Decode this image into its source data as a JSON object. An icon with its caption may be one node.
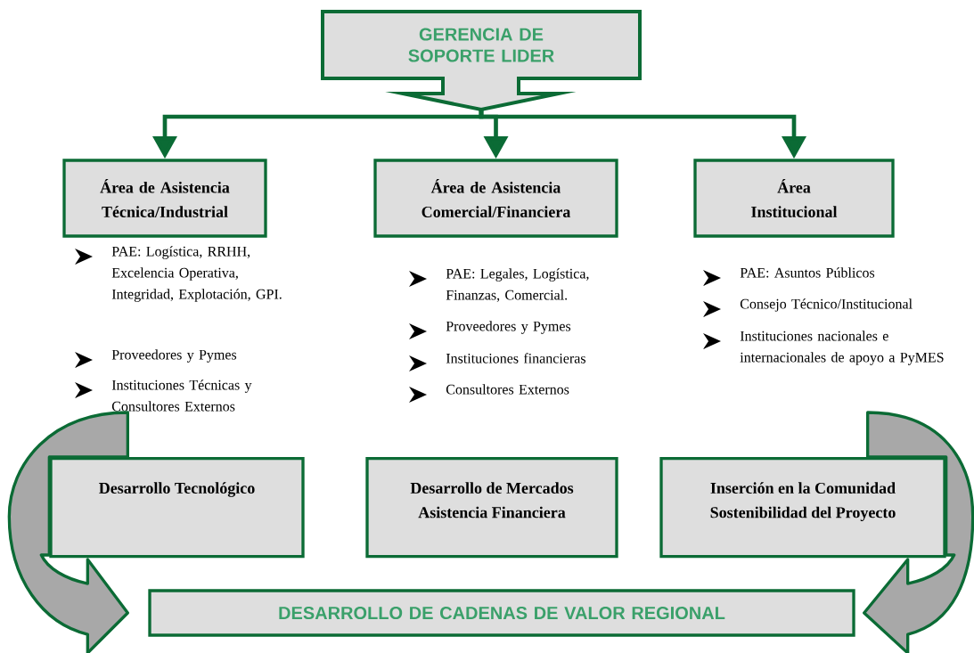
{
  "diagram": {
    "nodes": [
      {
        "text": [
          "GERENCIA DE SOPORTE LIDER"
        ]
      },
      {
        "text": [
          "Área de Asistencia Técnica/Industrial"
        ],
        "beside": [
          "PAE: Logística, RRHH, Excelencia Operativa, Integridad, Explotación, GPI.",
          "Proveedores y Pymes",
          "Instituciones Técnicas y Consultores Externos"
        ]
      },
      {
        "text": [
          "Área de Asistencia Comercial/Financiera"
        ],
        "beside": [
          "PAE: Legales, Logística, Finanzas, Comercial.",
          "Proveedores y Pymes",
          "Instituciones financieras",
          "Consultores Externos"
        ]
      },
      {
        "text": [
          "Área Institucional"
        ],
        "beside": [
          "PAE: Asuntos Públicos",
          "Consejo Técnico/Institucional",
          "Instituciones  nacionales e internacionales de apoyo a PyMES"
        ]
      },
      {
        "text": [
          "Desarrollo Tecnológico"
        ]
      },
      {
        "text": [
          "Desarrollo de Mercados Asistencia Financiera"
        ]
      },
      {
        "text": [
          "Inserción en la Comunidad Sostenibilidad del Proyecto"
        ]
      },
      {
        "text": [
          "DESARROLLO DE CADENAS DE VALOR REGIONAL"
        ]
      }
    ],
    "edges": [
      {
        "from": 0,
        "to": 1,
        "arrow": "to"
      },
      {
        "from": 0,
        "to": 2,
        "arrow": "to"
      },
      {
        "from": 0,
        "to": 3,
        "arrow": "to"
      },
      {
        "from": 4,
        "to": 7,
        "arrow": "to",
        "style": "thick"
      },
      {
        "from": 6,
        "to": 7,
        "arrow": "to",
        "style": "thick"
      }
    ]
  }
}
